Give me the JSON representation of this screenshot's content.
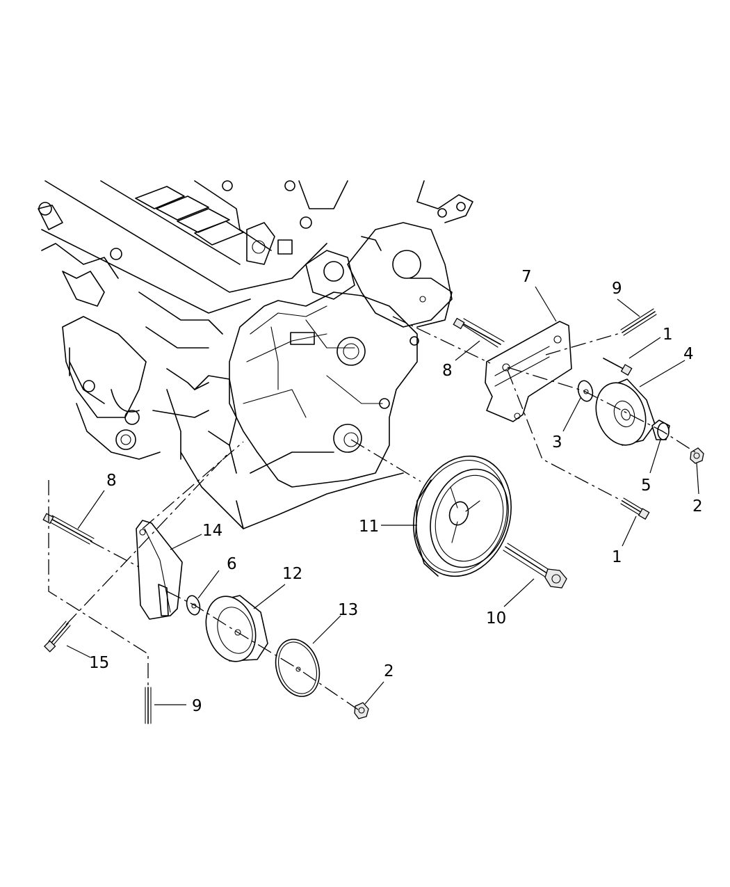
{
  "callouts": [
    {
      "id": "c7",
      "text": "7"
    },
    {
      "id": "c9a",
      "text": "9"
    },
    {
      "id": "c1a",
      "text": "1"
    },
    {
      "id": "c4",
      "text": "4"
    },
    {
      "id": "c8a",
      "text": "8"
    },
    {
      "id": "c3",
      "text": "3"
    },
    {
      "id": "c5",
      "text": "5"
    },
    {
      "id": "c2a",
      "text": "2"
    },
    {
      "id": "c1b",
      "text": "1"
    },
    {
      "id": "c11",
      "text": "11"
    },
    {
      "id": "c10",
      "text": "10"
    },
    {
      "id": "c8b",
      "text": "8"
    },
    {
      "id": "c14",
      "text": "14"
    },
    {
      "id": "c6",
      "text": "6"
    },
    {
      "id": "c12",
      "text": "12"
    },
    {
      "id": "c13",
      "text": "13"
    },
    {
      "id": "c2b",
      "text": "2"
    },
    {
      "id": "c15",
      "text": "15"
    },
    {
      "id": "c9b",
      "text": "9"
    }
  ]
}
